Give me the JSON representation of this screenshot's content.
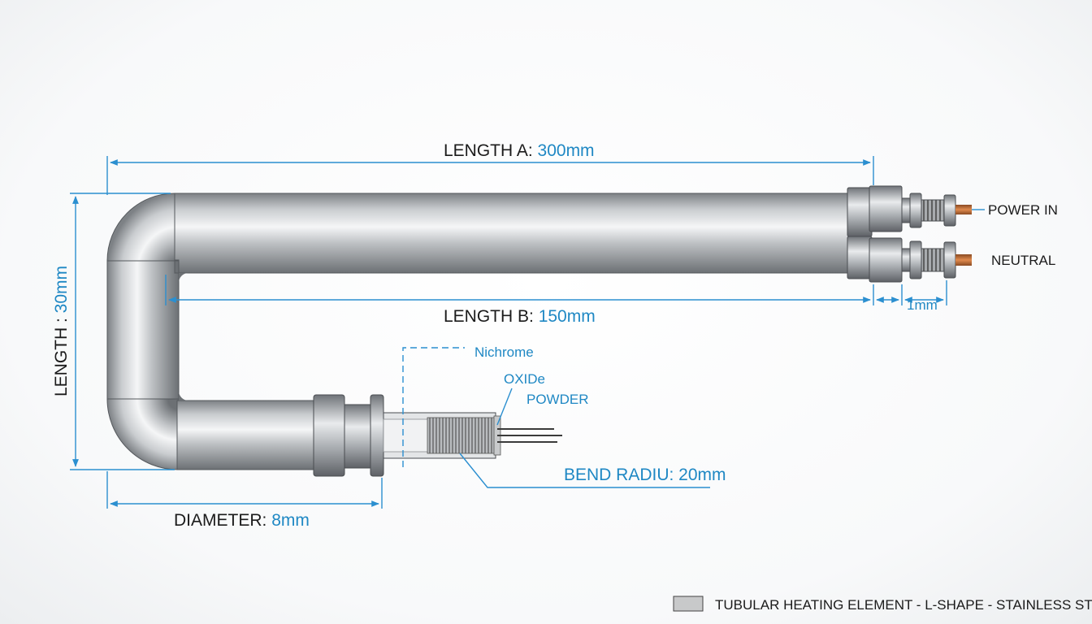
{
  "dimensions": {
    "length_a": {
      "label": "LENGTH A: ",
      "value": "300mm"
    },
    "length_b": {
      "label": "LENGTH B: ",
      "value": "150mm"
    },
    "length_v": {
      "label": "LENGTH : ",
      "value": "30mm"
    },
    "diameter": {
      "label": "DIAMETER: ",
      "value": "8mm"
    },
    "terminal": {
      "value": "1mm"
    }
  },
  "callouts": {
    "nichrome": "Nichrome",
    "oxide_line1": "OXIDe",
    "oxide_line2": "POWDER",
    "bend_radius": "BEND RADIU: 20mm"
  },
  "terminals": {
    "power": "POWER IN",
    "neutral": "NEUTRAL"
  },
  "legend": {
    "text": "TUBULAR HEATING ELEMENT - L-SHAPE - STAINLESS STEEL",
    "swatch_color": "#c8c9ca"
  },
  "colors": {
    "dimension_blue": "#2b8fd0",
    "label_blue": "#1f88c4",
    "copper": "#c26a34"
  }
}
